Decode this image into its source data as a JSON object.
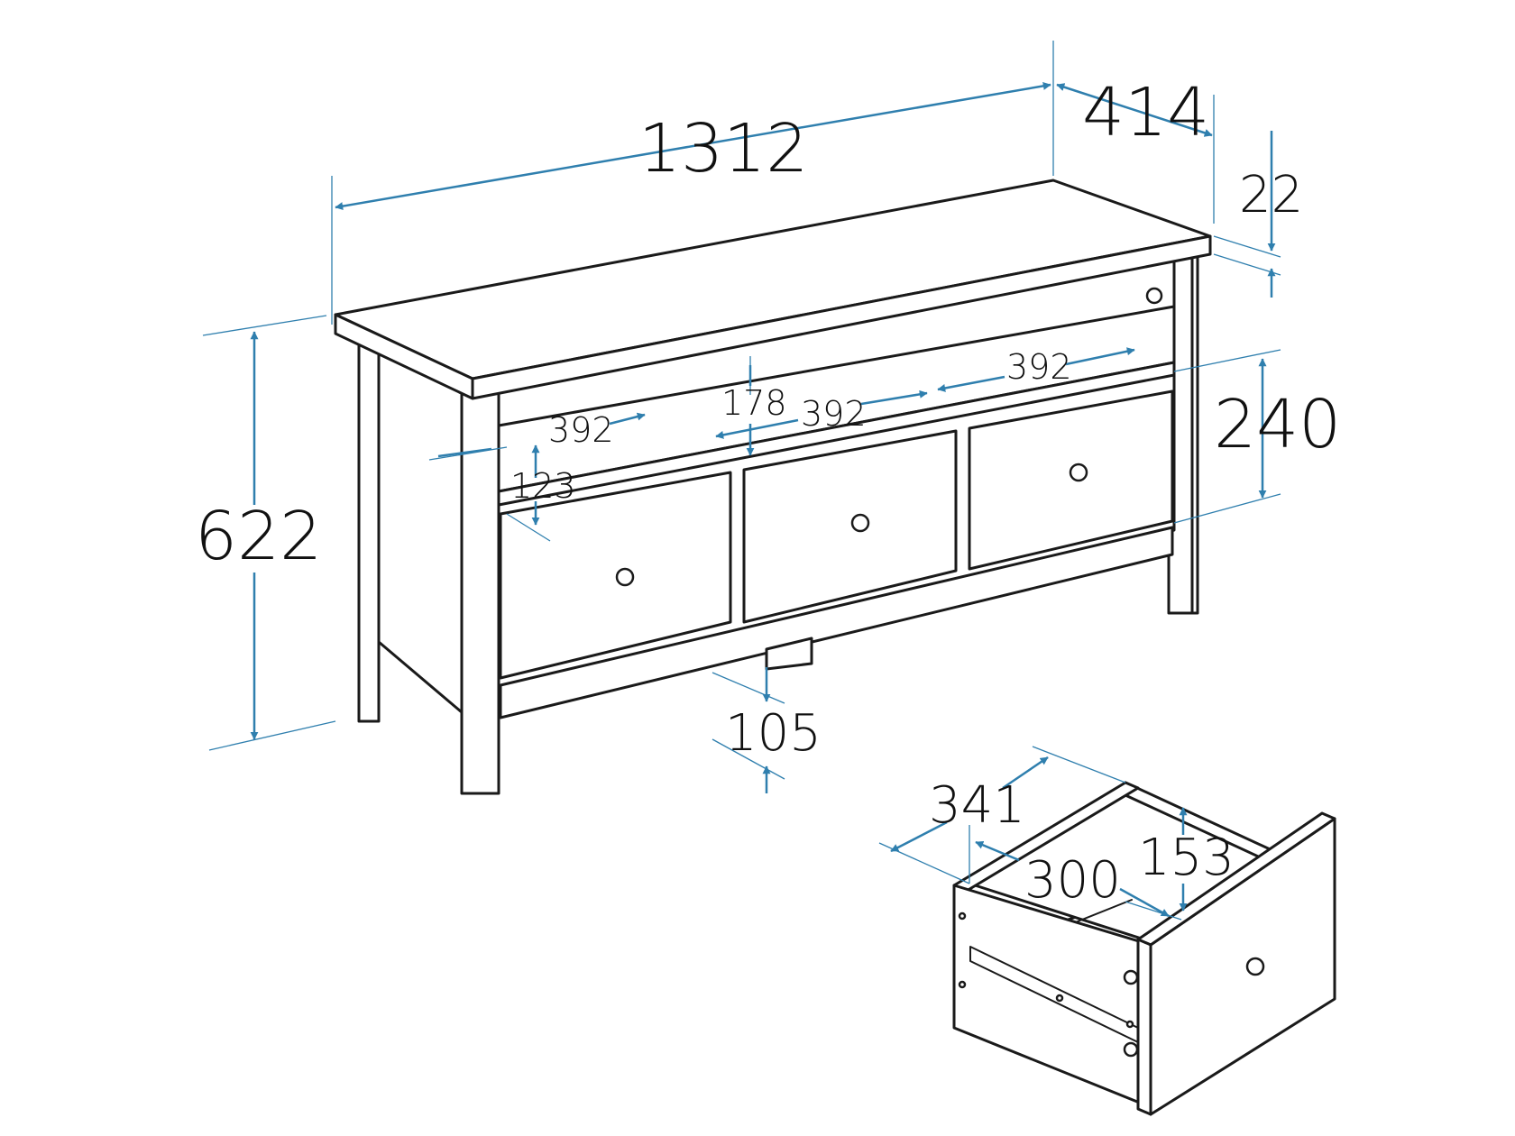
{
  "colors": {
    "dimension": "#2f7fae",
    "outline": "#1a1a1a",
    "background": "#ffffff"
  },
  "dimensions": {
    "overall_width": "1312",
    "depth": "414",
    "top_thickness": "22",
    "height": "622",
    "drawer_height": "240",
    "shelf_height": "178",
    "compartment_left": "392",
    "compartment_center": "392",
    "compartment_right": "392",
    "shelf_clearance": "123",
    "floor_clearance": "105",
    "drawer_inner_depth": "341",
    "drawer_inner_width": "300",
    "drawer_inner_height": "153"
  }
}
